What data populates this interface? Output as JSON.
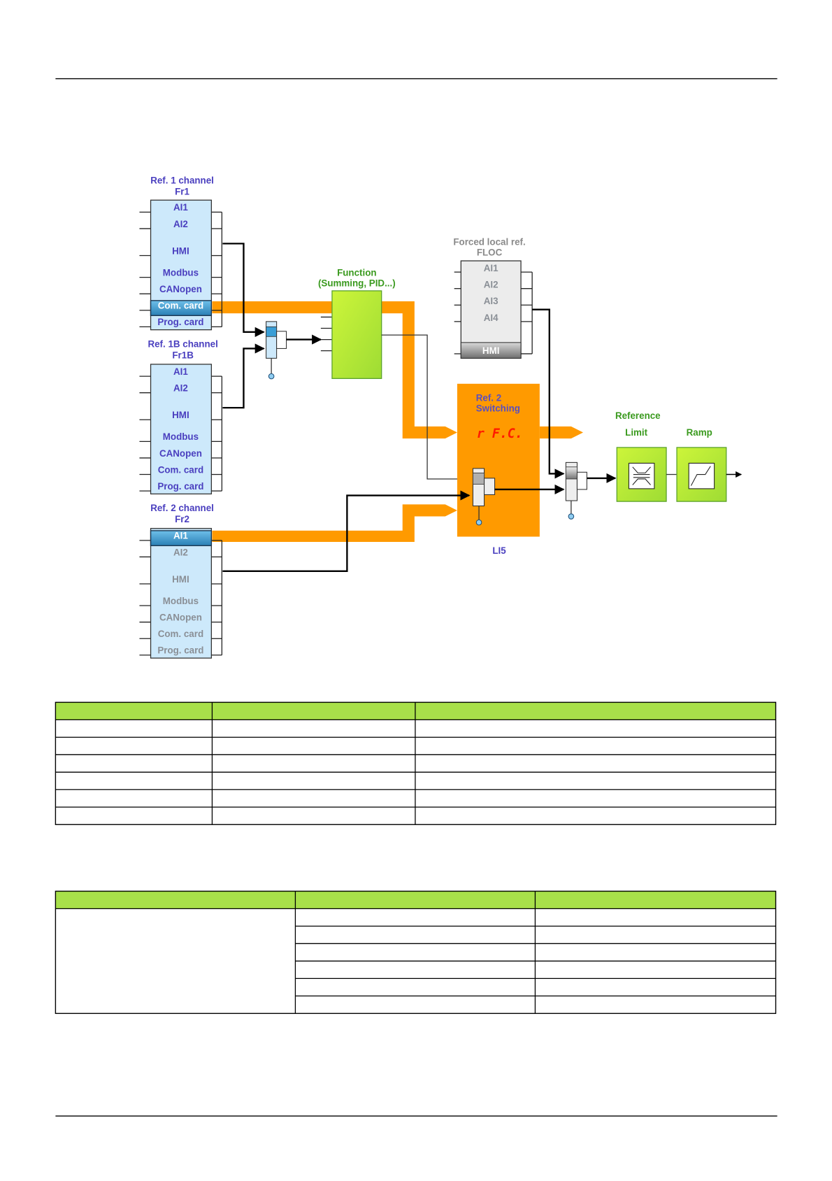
{
  "diagram": {
    "ref1": {
      "title_line1": "Ref. 1 channel",
      "title_line2": "Fr1",
      "items": [
        "AI1",
        "AI2",
        "HMI",
        "Modbus",
        "CANopen",
        "Com. card",
        "Prog. card"
      ],
      "selected": "Com. card"
    },
    "ref1b": {
      "title_line1": "Ref. 1B channel",
      "title_line2": "Fr1B",
      "items": [
        "AI1",
        "AI2",
        "HMI",
        "Modbus",
        "CANopen",
        "Com. card",
        "Prog. card"
      ]
    },
    "ref2": {
      "title_line1": "Ref. 2 channel",
      "title_line2": "Fr2",
      "items": [
        "AI1",
        "AI2",
        "HMI",
        "Modbus",
        "CANopen",
        "Com. card",
        "Prog. card"
      ],
      "selected": "AI1"
    },
    "function_block": {
      "title_line1": "Function",
      "title_line2": "(Summing, PID...)"
    },
    "floc": {
      "title_line1": "Forced local ref.",
      "title_line2": "FLOC",
      "items": [
        "AI1",
        "AI2",
        "AI3",
        "AI4"
      ],
      "footer_item": "HMI"
    },
    "switching": {
      "title_line1": "Ref. 2",
      "title_line2": "Switching",
      "display_code": "r F.C.",
      "input_label": "LI5"
    },
    "reference_limit": {
      "title_line1": "Reference",
      "title_line2": "Limit"
    },
    "ramp": {
      "title": "Ramp"
    },
    "colors": {
      "orange": "#ff9a00",
      "channel_fill": "#cde9fb",
      "selected_fill": "#3a9ed6",
      "green_block": "#b8ec3a",
      "table_header": "#a8e04a",
      "label_blue": "#4a3fbf",
      "label_green": "#3a9a1e"
    }
  },
  "table1": {
    "headers": [
      "",
      "",
      ""
    ],
    "rows": [
      [
        "",
        "",
        ""
      ],
      [
        "",
        "",
        ""
      ],
      [
        "",
        "",
        ""
      ],
      [
        "",
        "",
        ""
      ],
      [
        "",
        "",
        ""
      ],
      [
        "",
        "",
        ""
      ]
    ]
  },
  "table2": {
    "headers": [
      "",
      "",
      ""
    ],
    "rows": [
      [
        "",
        "",
        ""
      ],
      [
        "",
        "",
        ""
      ],
      [
        "",
        "",
        ""
      ],
      [
        "",
        "",
        ""
      ],
      [
        "",
        "",
        ""
      ],
      [
        "",
        "",
        ""
      ]
    ]
  }
}
